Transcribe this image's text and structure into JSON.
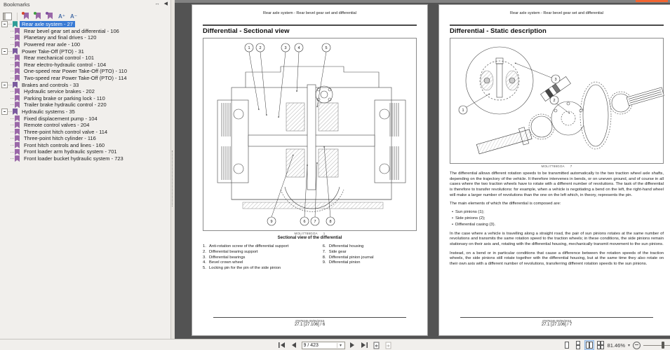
{
  "colors": {
    "selection_blue": "#3a7bd5",
    "bookmark_purple": "#9a68a8",
    "bookmark_teal": "#2f9e97",
    "doc_bg": "#535353",
    "orange_accent": "#f26430"
  },
  "icons": {
    "panel_dock": "↔",
    "panel_collapse": "◀",
    "text_increase": "A⁺",
    "text_decrease": "A⁻",
    "caret_down": "▾",
    "bullet": "•"
  },
  "bookmarks": {
    "title": "Bookmarks",
    "items": [
      {
        "label": "Rear axle system - 27",
        "level": 0,
        "selected": true
      },
      {
        "label": "Rear bevel gear set and differential - 106",
        "level": 1
      },
      {
        "label": "Planetary and final drives - 120",
        "level": 1
      },
      {
        "label": "Powered rear axle - 100",
        "level": 1
      },
      {
        "label": "Power Take-Off (PTO) - 31",
        "level": 0
      },
      {
        "label": "Rear mechanical control - 101",
        "level": 1
      },
      {
        "label": "Rear electro-hydraulic control - 104",
        "level": 1
      },
      {
        "label": "One-speed rear Power Take-Off (PTO) - 110",
        "level": 1
      },
      {
        "label": "Two-speed rear Power Take-Off (PTO) - 114",
        "level": 1
      },
      {
        "label": "Brakes and controls - 33",
        "level": 0
      },
      {
        "label": "Hydraulic service brakes - 202",
        "level": 1
      },
      {
        "label": "Parking brake or parking lock - 110",
        "level": 1
      },
      {
        "label": "Trailer brake hydraulic control - 220",
        "level": 1
      },
      {
        "label": "Hydraulic systems - 35",
        "level": 0
      },
      {
        "label": "Fixed displacement pump - 104",
        "level": 1
      },
      {
        "label": "Remote control valves - 204",
        "level": 1
      },
      {
        "label": "Three-point hitch control valve - 114",
        "level": 1
      },
      {
        "label": "Three-point hitch cylinder - 116",
        "level": 1
      },
      {
        "label": "Front hitch controls and lines - 160",
        "level": 1
      },
      {
        "label": "Front loader arm hydraulic system - 701",
        "level": 1
      },
      {
        "label": "Front loader bucket hydraulic system - 723",
        "level": 1
      }
    ]
  },
  "pages": {
    "left": {
      "header": "Rear axle system - Rear bevel gear set and differential",
      "title": "Differential - Sectional view",
      "figure_code": "MOLI7788GOA",
      "figure_num": "1",
      "caption": "Sectional view of the differential",
      "callouts_top": [
        "1",
        "2",
        "3",
        "4",
        "5"
      ],
      "callouts_bottom": [
        "9",
        "6",
        "7",
        "8"
      ],
      "legend_left": {
        "start": 1,
        "items": [
          "Anti-rotation screw of the differential support",
          "Differential bearing support",
          "Differential bearings",
          "Bevel crown wheel",
          "Locking pin for the pin of the side pinion"
        ]
      },
      "legend_right": {
        "start": 6,
        "items": [
          "Differential housing",
          "Side gear",
          "Differential pinion journal",
          "Differential pinion"
        ]
      },
      "footer_line1": "47878246 09/06/2015",
      "footer_line2": "27.1 [27.106] / 6"
    },
    "right": {
      "header": "Rear axle system - Rear bevel gear set and differential",
      "title": "Differential - Static description",
      "figure_code": "MOLI7788GOA",
      "figure_num": "7",
      "callouts": [
        "1",
        "3",
        "2"
      ],
      "paragraphs": [
        "The differential allows different rotation speeds to be transmitted automatically to the two traction wheel axle shafts, depending on the trajectory of the vehicle. It therefore intervenes in bends, or on uneven ground, and of course in all cases where the two traction wheels have to rotate with a different number of revolutions. The task of the differential is therefore to transfer revolutions: for example, when a vehicle is negotiating a bend on the left, the right-hand wheel will make a larger number of revolutions than the one on the left which, in theory, represents the pin.",
        "The main elements of which the differential is composed are:",
        "In the case where a vehicle is travelling along a straight road, the pair of sun pinions rotates at the same number of revolutions and transmits the same rotation speed to the traction wheels; in these conditions, the side pinions remain stationary on their axis and, rotating with the differential housing, mechanically transmit movement to the sun pinions.",
        "Instead, on a bend or in particular conditions that cause a difference between the rotation speeds of the traction wheels, the side pinions still rotate together with the differential housing, but at the same time they also rotate on their own axis with a different number of revolutions, transferring different rotation speeds to the sun pinions."
      ],
      "bullets": [
        "Sun pinions (1);",
        "Side pinions (2);",
        "Differential casing (3)."
      ],
      "footer_line1": "47878246 09/06/2015",
      "footer_line2": "27.1 [27.106] / 7"
    }
  },
  "bottom_toolbar": {
    "page_field": "9 / 423",
    "page_total_hint": "9 / 423",
    "zoom_value": "81.46%"
  }
}
